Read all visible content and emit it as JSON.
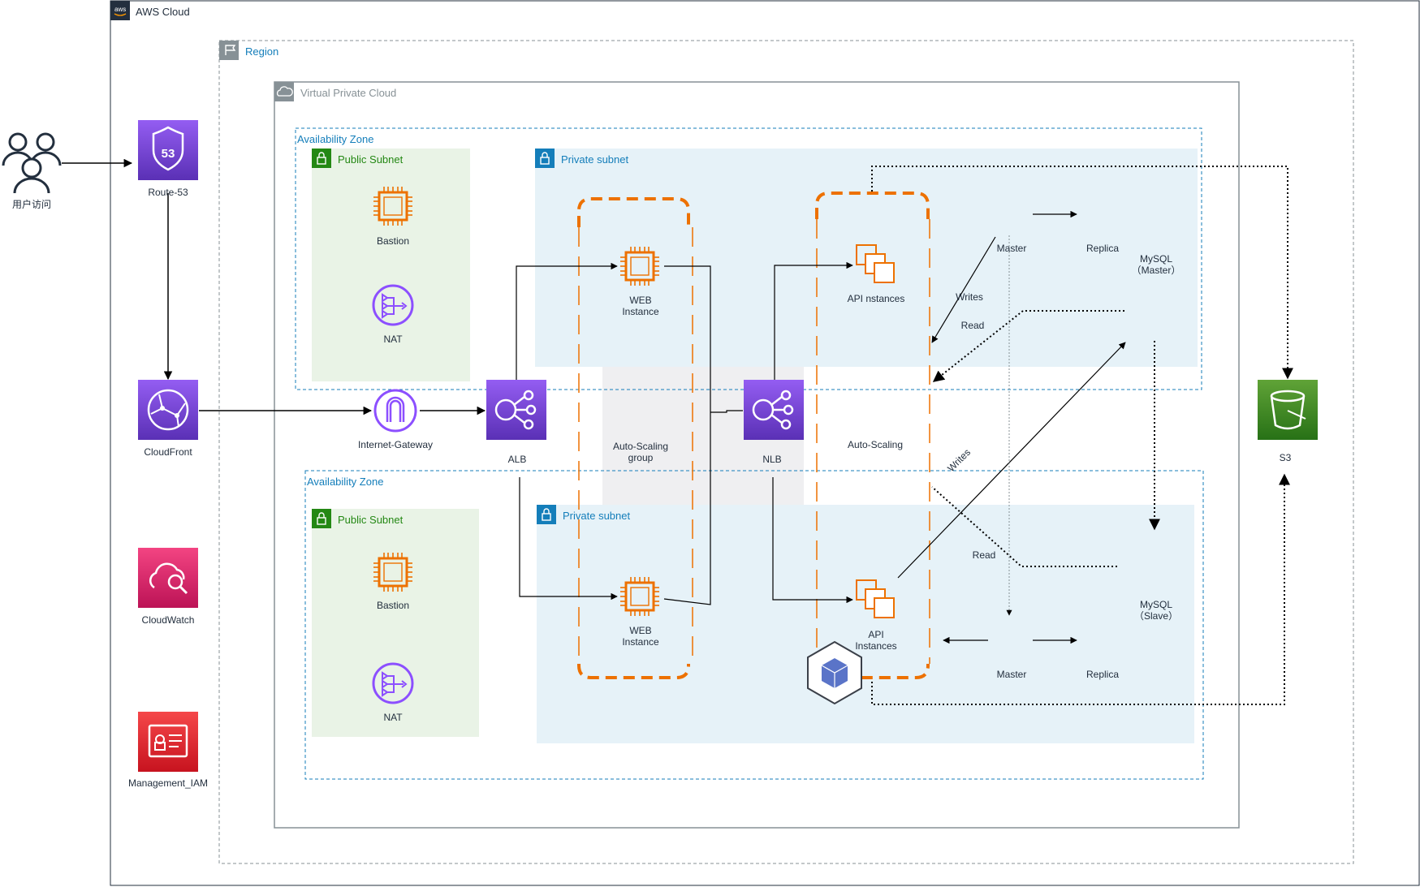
{
  "groups": {
    "aws_cloud": "AWS Cloud",
    "region": "Region",
    "vpc": "Virtual Private Cloud",
    "az1": "Availability Zone",
    "az2": "Availability Zone",
    "public_subnet_1": "Public Subnet",
    "public_subnet_2": "Public Subnet",
    "private_subnet_1": "Private subnet",
    "private_subnet_2": "Private subnet"
  },
  "nodes": {
    "users": "用户访问",
    "route53": "Route-53",
    "cloudfront": "CloudFront",
    "cloudwatch": "CloudWatch",
    "iam": "Management_IAM",
    "bastion_1": "Bastion",
    "nat_1": "NAT",
    "bastion_2": "Bastion",
    "nat_2": "NAT",
    "internet_gateway": "Internet-Gateway",
    "alb": "ALB",
    "nlb": "NLB",
    "web_1": [
      "WEB",
      "Instance"
    ],
    "web_2": [
      "WEB",
      "Instance"
    ],
    "api_1": "API nstances",
    "api_2": [
      "API",
      "Instances"
    ],
    "asg_web": [
      "Auto-Scaling",
      "group"
    ],
    "asg_api": "Auto-Scaling",
    "master_1": "Master",
    "replica_1": "Replica",
    "mysql_master": [
      "MySQL",
      "（Master）"
    ],
    "master_2": "Master",
    "replica_2": "Replica",
    "mysql_slave": [
      "MySQL",
      "（Slave）"
    ],
    "s3": "S3"
  },
  "edge_labels": {
    "writes_1": "Writes",
    "read_1": "Read",
    "writes_2": "Writes",
    "read_2": "Read"
  },
  "colors": {
    "network": "#8c4fff",
    "management": "#e7157b",
    "security": "#dd344c",
    "storage": "#3f8624",
    "compute": "#ed7100",
    "group_blue": "#147eba",
    "group_green": "#248814",
    "public_fill": "#e9f3e6",
    "private_fill": "#e6f2f8"
  }
}
